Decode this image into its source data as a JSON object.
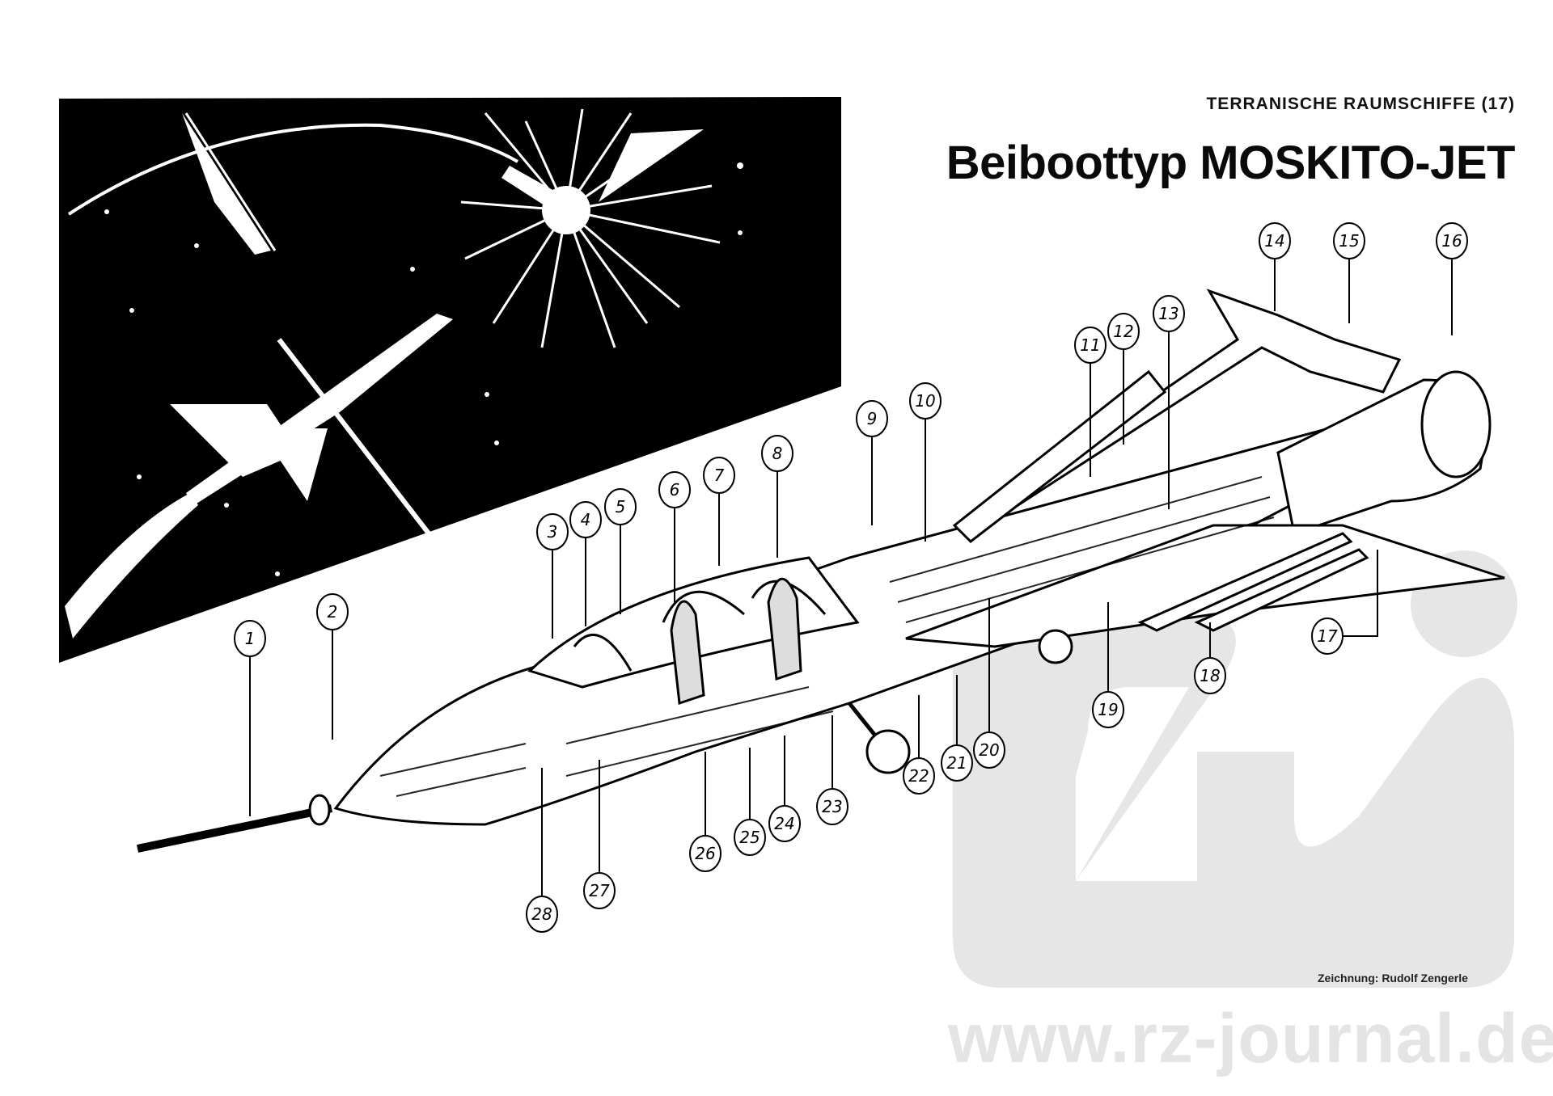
{
  "header": {
    "series": "TERRANISCHE RAUMSCHIFFE (17)",
    "title": "Beiboottyp MOSKITO-JET"
  },
  "credit": "Zeichnung: Rudolf Zengerle",
  "watermark": {
    "url_text": "www.rz-journal.de",
    "logo": "rz-logo",
    "color": "#e6e6e6"
  },
  "illustration": {
    "space_scene": "Moskito-Jets im Weltraumkampf mit Explosion",
    "cutaway": "Schnittzeichnung Moskito-Jet",
    "colors": {
      "ink": "#000000",
      "paper": "#ffffff"
    }
  },
  "callouts": [
    {
      "label": "1"
    },
    {
      "label": "2"
    },
    {
      "label": "3"
    },
    {
      "label": "4"
    },
    {
      "label": "5"
    },
    {
      "label": "6"
    },
    {
      "label": "7"
    },
    {
      "label": "8"
    },
    {
      "label": "9"
    },
    {
      "label": "10"
    },
    {
      "label": "11"
    },
    {
      "label": "12"
    },
    {
      "label": "13"
    },
    {
      "label": "14"
    },
    {
      "label": "15"
    },
    {
      "label": "16"
    },
    {
      "label": "17"
    },
    {
      "label": "18"
    },
    {
      "label": "19"
    },
    {
      "label": "20"
    },
    {
      "label": "21"
    },
    {
      "label": "22"
    },
    {
      "label": "23"
    },
    {
      "label": "24"
    },
    {
      "label": "25"
    },
    {
      "label": "26"
    },
    {
      "label": "27"
    },
    {
      "label": "28"
    }
  ]
}
